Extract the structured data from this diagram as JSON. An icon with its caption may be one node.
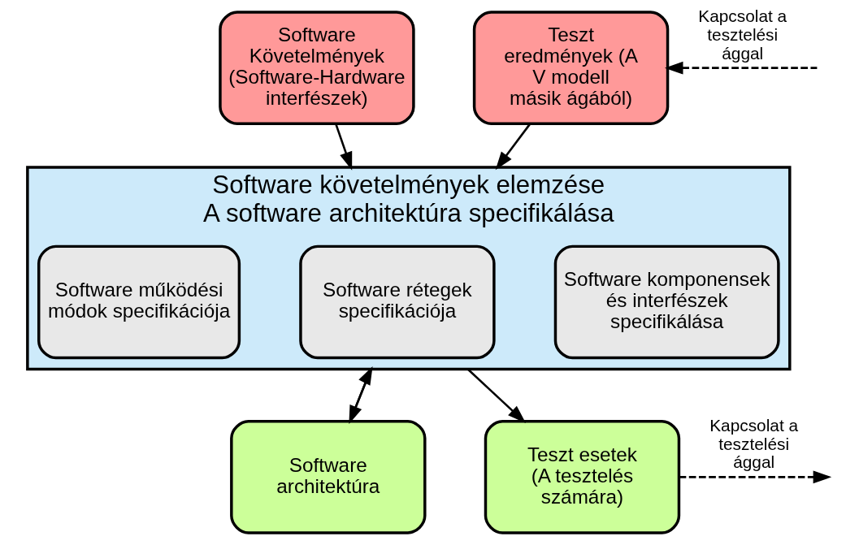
{
  "diagram": {
    "nodes": [
      {
        "text": [
          "Software Követelmények (Software-Hardware interfészek)"
        ]
      },
      {
        "text": [
          "Teszt eredmények (A V modell másik ágából)"
        ]
      },
      {
        "text": [
          "Software követelmények elemzése",
          "A software architektúra specifikálása"
        ]
      },
      {
        "text": [
          "Software komponensek és interfészek specifikálása"
        ],
        "in": 2
      },
      {
        "text": [
          "Software rétegek specifikációja"
        ],
        "in": 2
      },
      {
        "text": [
          "Software működési módok specifikációja"
        ],
        "in": 2
      },
      {
        "text": [
          "Software architektúra"
        ]
      },
      {
        "text": [
          "Teszt esetek (A tesztelés számára)"
        ]
      }
    ],
    "edges": [
      {
        "from": 0,
        "to": 2,
        "arrow": "to"
      },
      {
        "from": 1,
        "to": 2,
        "arrow": "to"
      },
      {
        "from": null,
        "to": 1,
        "arrow": "to",
        "style": "dashed",
        "label": "Kapcsolat a tesztelési ággal"
      },
      {
        "from": 2,
        "to": 6,
        "arrow": "to"
      },
      {
        "from": 2,
        "to": 7,
        "arrow": "to"
      },
      {
        "from": 6,
        "to": 2,
        "arrow": "to"
      },
      {
        "from": 7,
        "to": null,
        "arrow": "to",
        "style": "dashed",
        "label": "Kapcsolat a tesztelési ággal"
      }
    ]
  }
}
